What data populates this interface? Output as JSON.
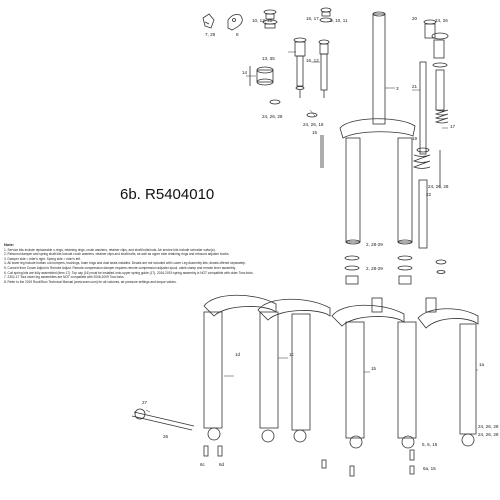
{
  "title": "6b. R5404010",
  "notes": {
    "heading": "Note:",
    "lines": [
      "1. Service kits include replaceable o-rings, retaining rings, crush washers, retainer clips, and shaft bolts/nuts.   Air service kits include schrader valve(s).",
      "2. Rebound damper and spring shaft kits include crush washers, retainer clips and shaft bolts, as well as upper tube retaining rings and rebound adjuster knobs.",
      "3. Damper side = rider's right.  Spring side = rider's left.",
      "4. All lower leg include bottom out bumpers, bushings, foam rings and dust seals installed.  Decals are not included with Lower Leg Assembly kits; decals offered separately.",
      "5. Convert from Crown Adjust to Remote Adjust.  Remote compression damper requires remote compression adjuster spool, cable clamp and remote lever assembly.",
      "6. Coil spring kits are fully assembled (item 17).  Top cap (16) must be installed onto upper spring guide (17).  2016-2019 spring assembly is NOT compatible with older Tora forks.",
      "7. 2302-17 Tora lower leg assemblies are NOT compatible with 2006-2009 Tora forks.",
      "8. Refer to the 2019 RockShox Technical Manual (www.sram.com) for all volumes, air pressure settings and torque values."
    ]
  },
  "callouts": [
    {
      "id": "c-7-29",
      "text": "7, 29"
    },
    {
      "id": "c-8",
      "text": "8"
    },
    {
      "id": "c-10-13-25",
      "text": "10, 13, 25"
    },
    {
      "id": "c-16-17",
      "text": "16, 17"
    },
    {
      "id": "c-9-10-11",
      "text": "9, 10, 11"
    },
    {
      "id": "c-13-35",
      "text": "13, 35"
    },
    {
      "id": "c-16-12",
      "text": "16, 12"
    },
    {
      "id": "c-14",
      "text": "14"
    },
    {
      "id": "c-24-26-28a",
      "text": "24, 26, 28"
    },
    {
      "id": "c-24-26-18",
      "text": "24, 26, 18"
    },
    {
      "id": "c-15",
      "text": "15"
    },
    {
      "id": "c-3",
      "text": "3"
    },
    {
      "id": "c-20",
      "text": "20"
    },
    {
      "id": "c-24-26b",
      "text": "24, 26"
    },
    {
      "id": "c-21",
      "text": "21"
    },
    {
      "id": "c-19",
      "text": "19"
    },
    {
      "id": "c-17",
      "text": "17"
    },
    {
      "id": "c-22",
      "text": "22"
    },
    {
      "id": "c-24-26-28b",
      "text": "24, 26, 28"
    },
    {
      "id": "c-2-28-29",
      "text": "2, 28-29"
    },
    {
      "id": "c-2-28-29b",
      "text": "2, 28-29"
    },
    {
      "id": "c-1d",
      "text": "1d"
    },
    {
      "id": "c-1c",
      "text": "1c"
    },
    {
      "id": "c-1b",
      "text": "1b"
    },
    {
      "id": "c-1a",
      "text": "1a"
    },
    {
      "id": "c-27",
      "text": "27"
    },
    {
      "id": "c-26",
      "text": "26"
    },
    {
      "id": "c-6c",
      "text": "6c"
    },
    {
      "id": "c-6d",
      "text": "6d"
    },
    {
      "id": "c-5-6-15",
      "text": "5, 6, 15"
    },
    {
      "id": "c-24-26-29",
      "text": "24, 26, 29"
    },
    {
      "id": "c-24-26-29b",
      "text": "24, 26, 29"
    },
    {
      "id": "c-6a-15",
      "text": "6a, 15"
    }
  ]
}
